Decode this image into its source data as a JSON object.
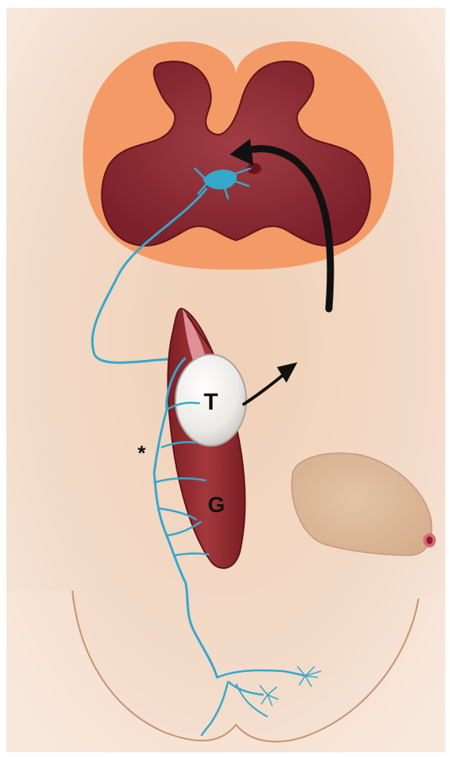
{
  "labels": {
    "tumor": "T",
    "gland": "G",
    "marker": "*"
  },
  "colors": {
    "skin": "#efd6c2",
    "spinal_outer": "#f49a66",
    "spinal_gray": "#8f2a33",
    "nerve": "#35a8cc",
    "gland": "#9b2f33",
    "tumor": "#f1f0ee",
    "arrow": "#111111"
  },
  "icons": [
    "spinal-cord-cross-section",
    "neuron-icon",
    "arrow-icon",
    "nerve-fiber",
    "breast-icon"
  ]
}
